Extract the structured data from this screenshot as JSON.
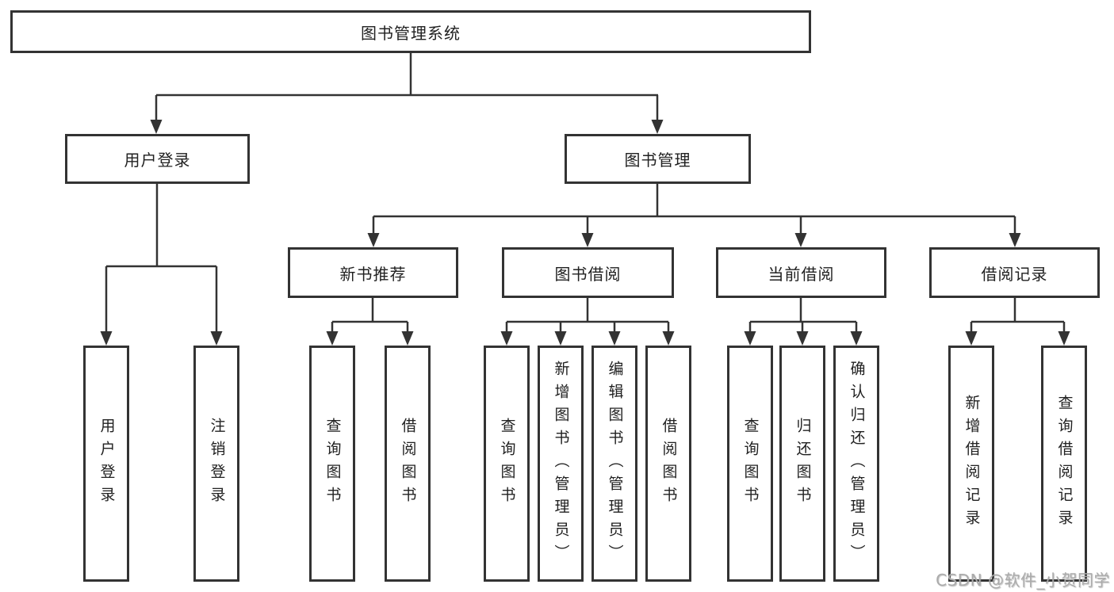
{
  "diagram_type": "hierarchy-tree",
  "tree": {
    "label": "图书管理系统",
    "children": [
      {
        "label": "用户登录",
        "children": [
          {
            "label": "用户登录"
          },
          {
            "label": "注销登录"
          }
        ]
      },
      {
        "label": "图书管理",
        "children": [
          {
            "label": "新书推荐",
            "children": [
              {
                "label": "查询图书"
              },
              {
                "label": "借阅图书"
              }
            ]
          },
          {
            "label": "图书借阅",
            "children": [
              {
                "label": "查询图书"
              },
              {
                "label": "新增图书（管理员）"
              },
              {
                "label": "编辑图书（管理员）"
              },
              {
                "label": "借阅图书"
              }
            ]
          },
          {
            "label": "当前借阅",
            "children": [
              {
                "label": "查询图书"
              },
              {
                "label": "归还图书"
              },
              {
                "label": "确认归还（管理员）"
              }
            ]
          },
          {
            "label": "借阅记录",
            "children": [
              {
                "label": "新增借阅记录"
              },
              {
                "label": "查询借阅记录"
              }
            ]
          }
        ]
      }
    ]
  },
  "watermark": {
    "text": "CSDN @软件_小贺同学"
  },
  "colors": {
    "line": "#333333",
    "box_border": "#333333",
    "box_fill": "#ffffff",
    "text": "#212121",
    "watermark": "#ababab",
    "background": "#ffffff"
  }
}
